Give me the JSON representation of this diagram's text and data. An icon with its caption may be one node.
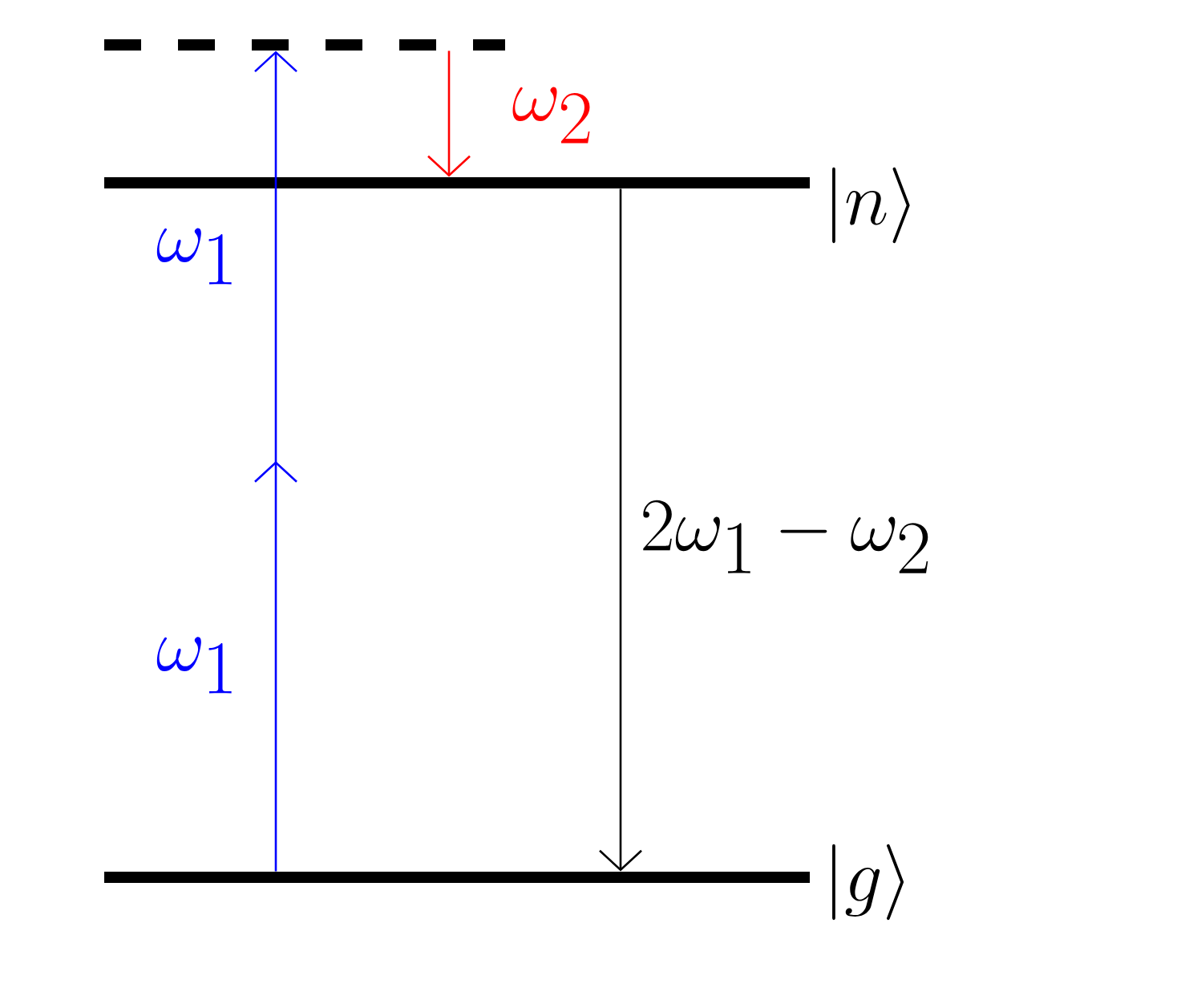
{
  "diagram": {
    "nodes": [
      {
        "text": [],
        "shape": "bar"
      },
      {
        "text": [
          "|n\\rangle"
        ]
      },
      {
        "text": [
          "|g\\rangle"
        ]
      }
    ],
    "edges": [
      {
        "from": 2,
        "to": 0,
        "arrow": "to",
        "label": "\\omega_1",
        "color": "#0000ff"
      },
      {
        "from": 0,
        "to": 1,
        "arrow": "to",
        "label": "\\omega_2",
        "color": "#ff0000"
      },
      {
        "from": 1,
        "to": 2,
        "arrow": "to",
        "label": "2\\omega_1 - \\omega_2",
        "color": "#000000"
      }
    ],
    "labels": [
      "\\omega_1"
    ]
  }
}
